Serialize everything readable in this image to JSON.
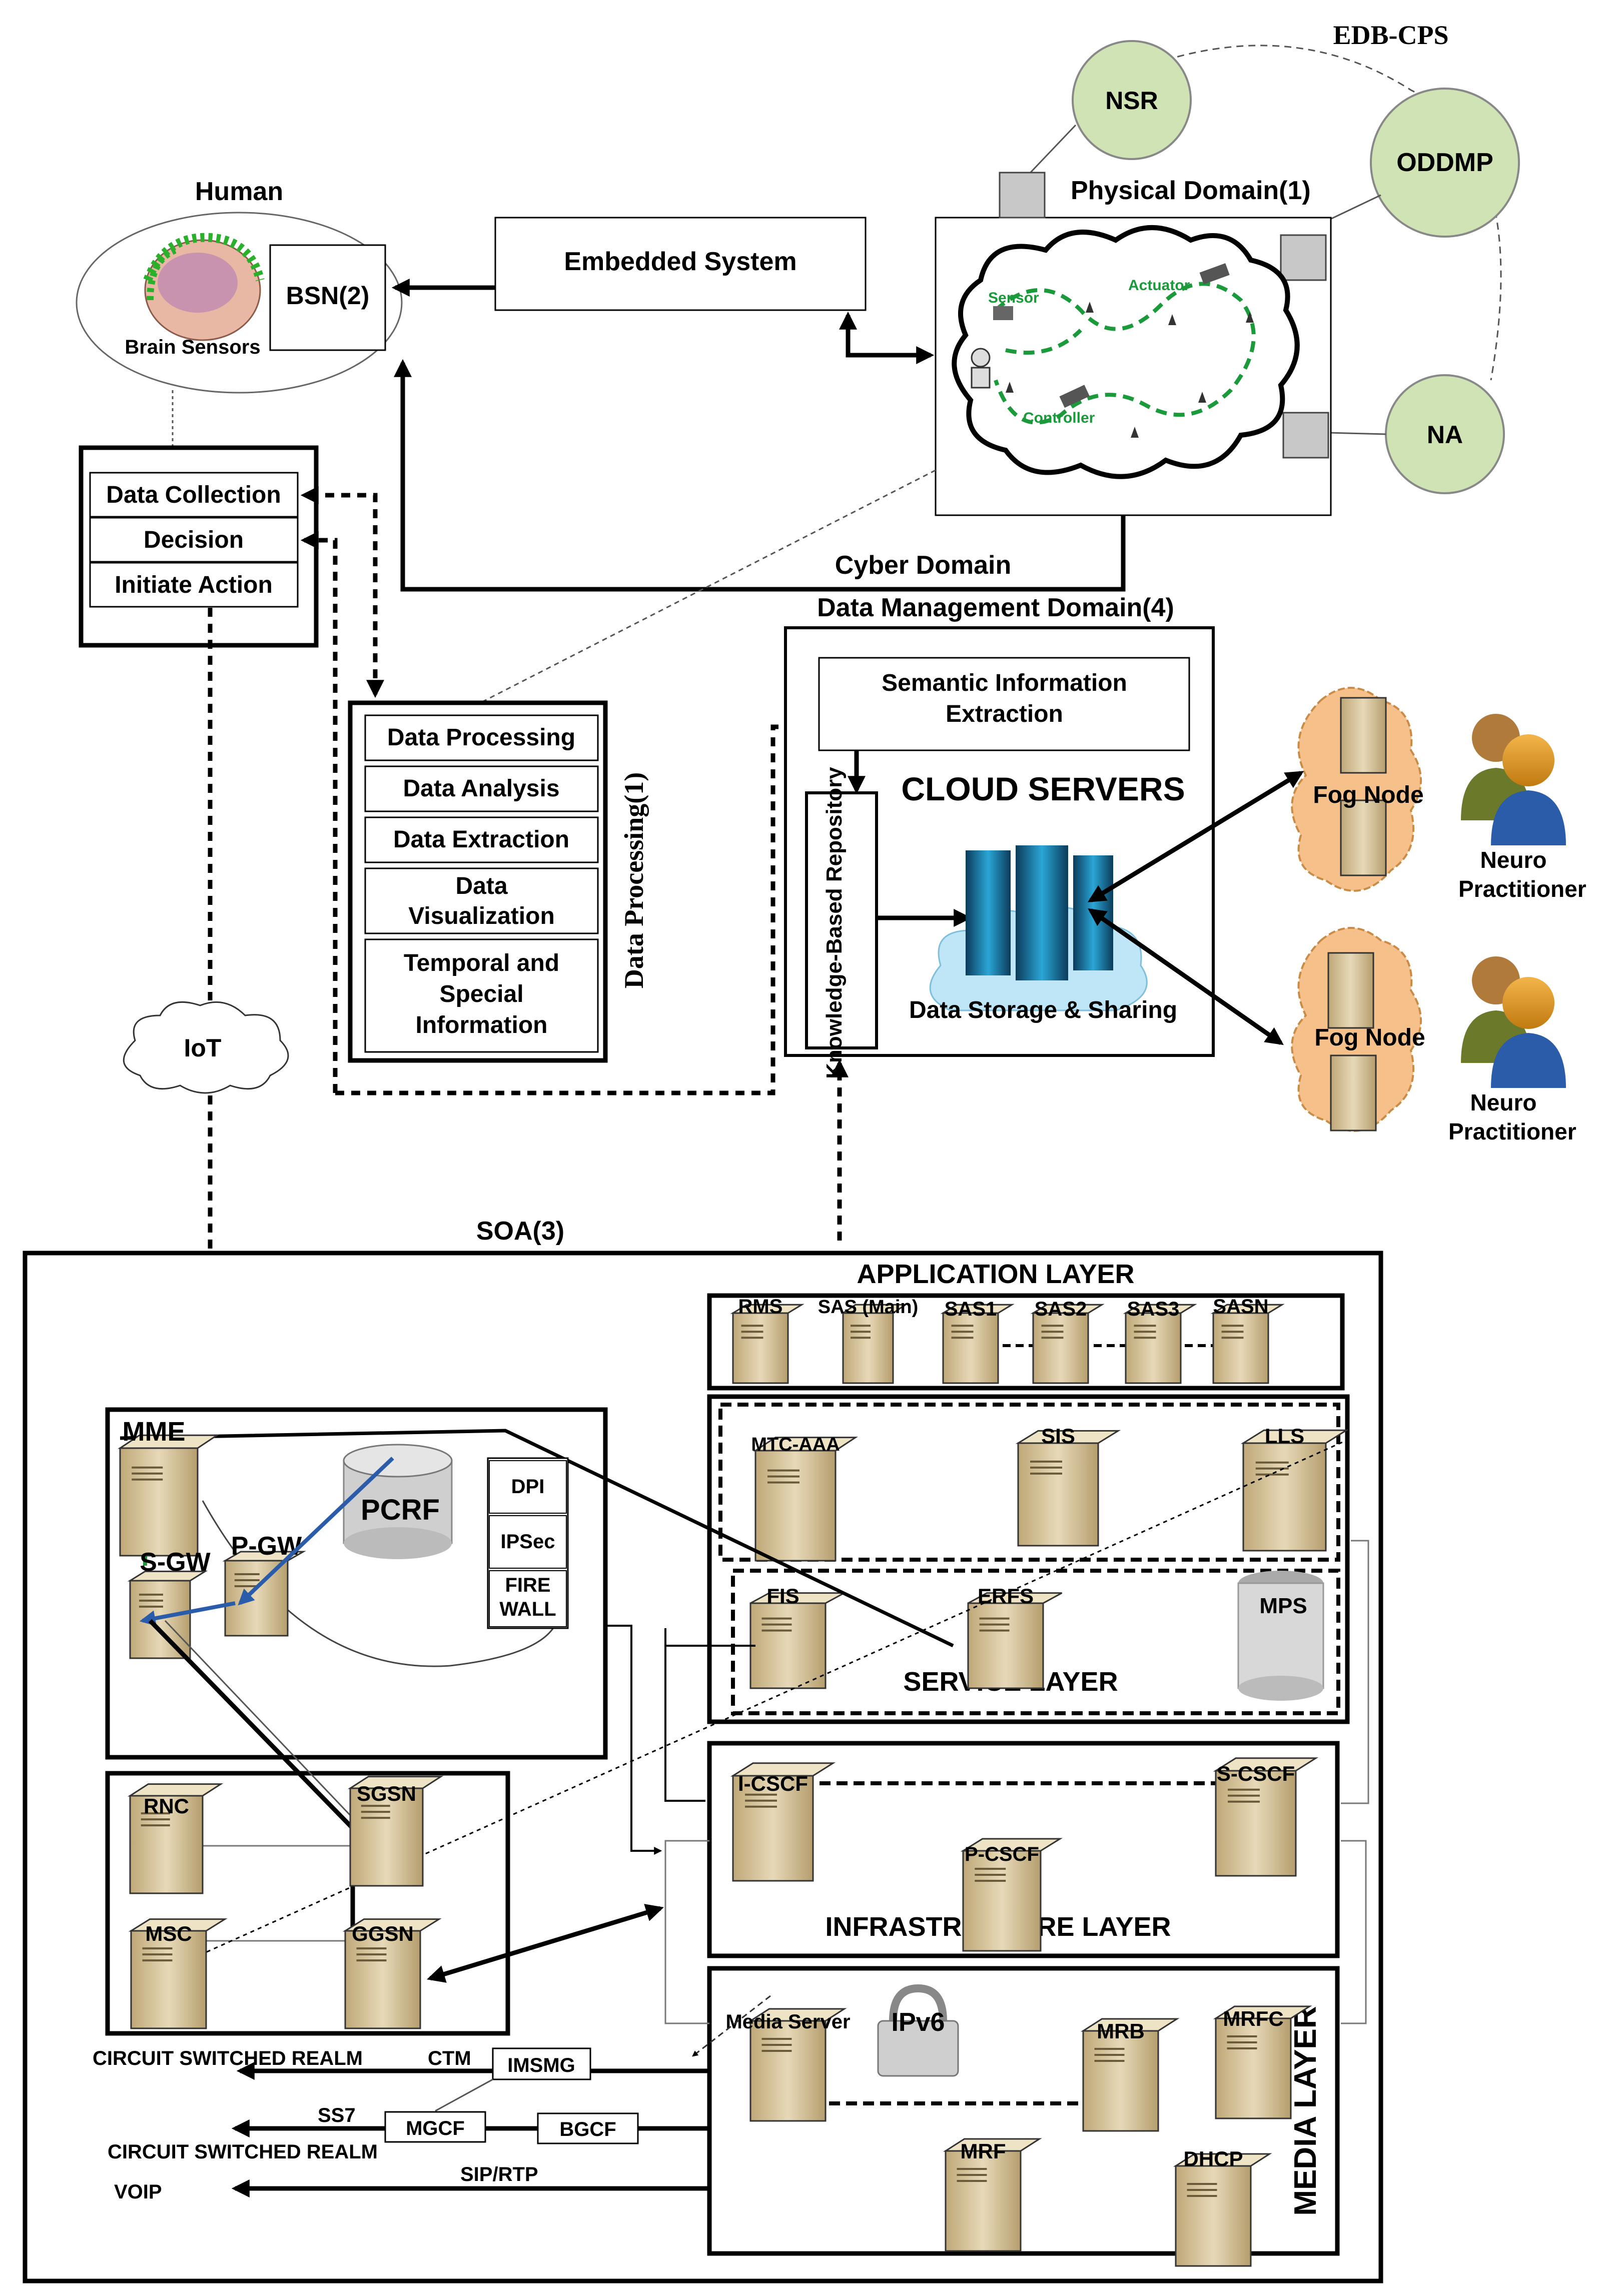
{
  "edb_cps": {
    "title": "EDB-CPS",
    "nodes": [
      "NSR",
      "ODDMP",
      "NA"
    ]
  },
  "physical_domain": {
    "title": "Physical Domain(1)",
    "labels": [
      "Sensor",
      "Actuator",
      "Controller"
    ]
  },
  "human": {
    "title": "Human",
    "bsn": "BSN(2)",
    "brain_sensors": "Brain Sensors"
  },
  "embedded_system": "Embedded System",
  "cyber_domain": "Cyber Domain",
  "control_stack": [
    "Data Collection",
    "Decision",
    "Initiate Action"
  ],
  "data_processing": {
    "title": "Data Processing(1)",
    "items": [
      "Data Processing",
      "Data Analysis",
      "Data Extraction",
      "Data Visualization",
      "Temporal and Special Information"
    ]
  },
  "iot": "IoT",
  "data_management": {
    "title": "Data Management Domain(4)",
    "semantic": "Semantic Information Extraction",
    "cloud_servers": "CLOUD SERVERS",
    "repository": "Knowledge-Based Repository",
    "storage": "Data Storage & Sharing"
  },
  "fog": {
    "node_label": "Fog Node",
    "practitioner": "Neuro Practitioner"
  },
  "soa": {
    "title": "SOA(3)",
    "application_layer": "APPLICATION LAYER",
    "app_servers": [
      "RMS",
      "SAS (Main)",
      "SAS1",
      "SAS2",
      "SAS3",
      "SASN"
    ],
    "service_layer": "SERVICE LAYER",
    "service_servers": [
      "MTC-AAA",
      "SIS",
      "LLS",
      "FIS",
      "ERFS",
      "MPS"
    ],
    "infrastructure_layer": "INFRASTRUCTURE LAYER",
    "infra_servers": [
      "I-CSCF",
      "S-CSCF",
      "P-CSCF"
    ],
    "media_layer": "MEDIA LAYER",
    "media_servers": [
      "Media Server",
      "IPv6",
      "MRB",
      "MRFC",
      "MRF",
      "DHCP"
    ],
    "core_servers": [
      "MME",
      "S-GW",
      "P-GW",
      "PCRF"
    ],
    "core_functions": [
      "DPI",
      "IPSec",
      "FIRE WALL"
    ],
    "legacy_servers": [
      "RNC",
      "SGSN",
      "MSC",
      "GGSN"
    ],
    "gateways": [
      "IMSMG",
      "MGCF",
      "BGCF"
    ],
    "realm_labels": [
      "CIRCUIT SWITCHED REALM",
      "CTM",
      "SS7",
      "CIRCUIT SWITCHED REALM",
      "VOIP",
      "SIP/RTP"
    ]
  },
  "colors": {
    "node_fill": "#cfe3b4",
    "fog_fill": "#f5c08a",
    "server_fill": "#d9c7a0",
    "sensor_green": "#1a9a3a",
    "arrow_blue": "#2a5caa"
  }
}
